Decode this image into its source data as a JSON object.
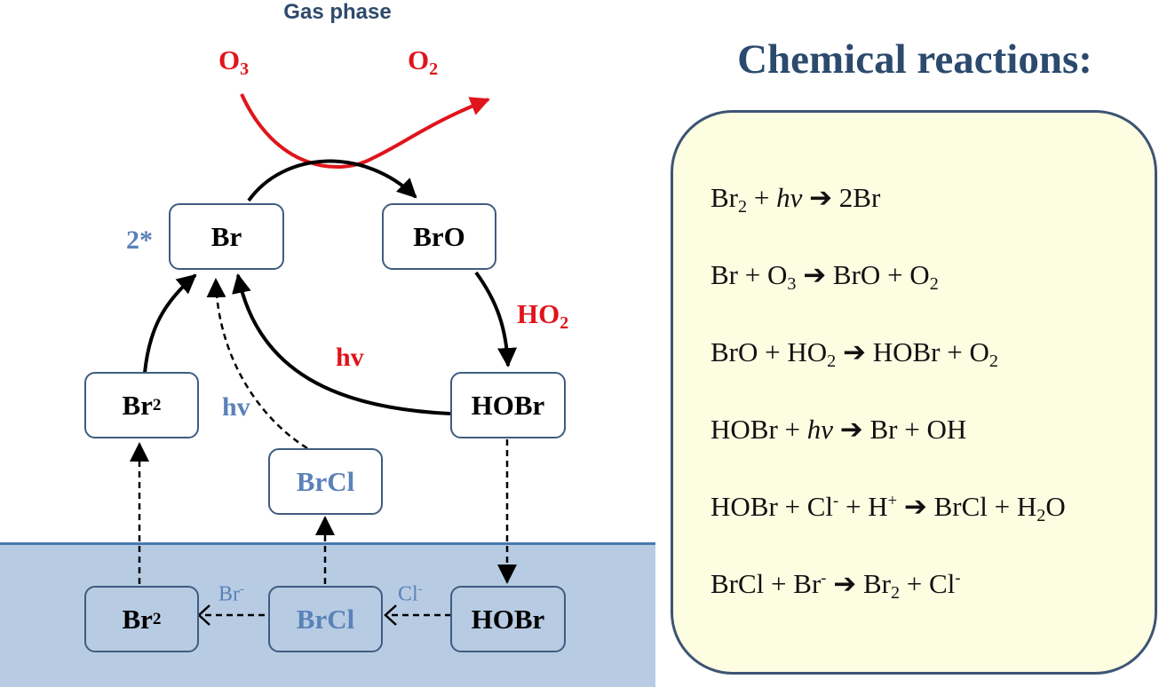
{
  "diagram": {
    "gas_phase_label": "Gas phase",
    "ozone": {
      "o3_label": "O3",
      "o2_label": "O2"
    },
    "nodes": {
      "br": "Br",
      "bro": "BrO",
      "hobr_gas": "HOBr",
      "br2_gas": "Br2",
      "brcl_gas": "BrCl",
      "br2_aq": "Br2",
      "brcl_aq": "BrCl",
      "hobr_aq": "HOBr"
    },
    "labels": {
      "br_multiplier": "2*",
      "ho2": "HO2",
      "hv_red": "hv",
      "hv_blue": "hv",
      "br_minus": "Br-",
      "cl_minus": "Cl-"
    },
    "colors": {
      "ozone_red": "#e0141b",
      "species_blue": "#5a82b8",
      "water": "#b7cce3",
      "water_line": "#4a78b0",
      "box_border": "#3f5c80",
      "title": "#2e4a6b"
    }
  },
  "reactions": {
    "title": "Chemical reactions:",
    "box_color": "#fdfde2",
    "equations": [
      "Br2 + hv → 2Br",
      "Br + O3 → BrO + O2",
      "BrO + HO2 → HOBr + O2",
      "HOBr + hv → Br + OH",
      "HOBr + Cl- + H+ → BrCl + H2O",
      "BrCl + Br- → Br2 + Cl-"
    ]
  }
}
